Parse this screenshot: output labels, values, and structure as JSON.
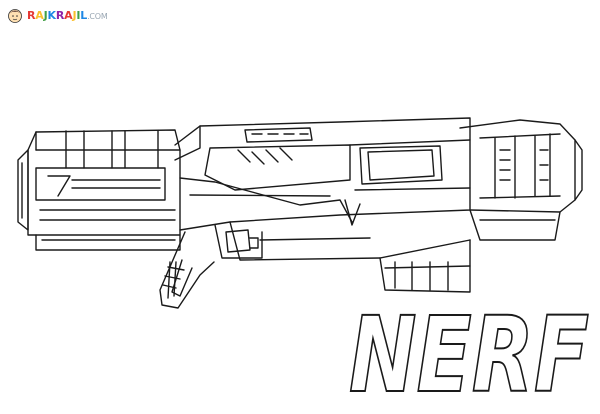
{
  "site_logo": {
    "text": "RAJKRAJIL",
    "domain": ".COM",
    "colors": {
      "r": "#e53935",
      "a": "#fbc02d",
      "j": "#43a047",
      "k": "#1e88e5",
      "rest": "#8e24aa"
    }
  },
  "artwork": {
    "subject_icon": "blaster-outline-icon",
    "line_color": "#1a1a1a"
  },
  "brand": {
    "wordmark": "NERF"
  }
}
